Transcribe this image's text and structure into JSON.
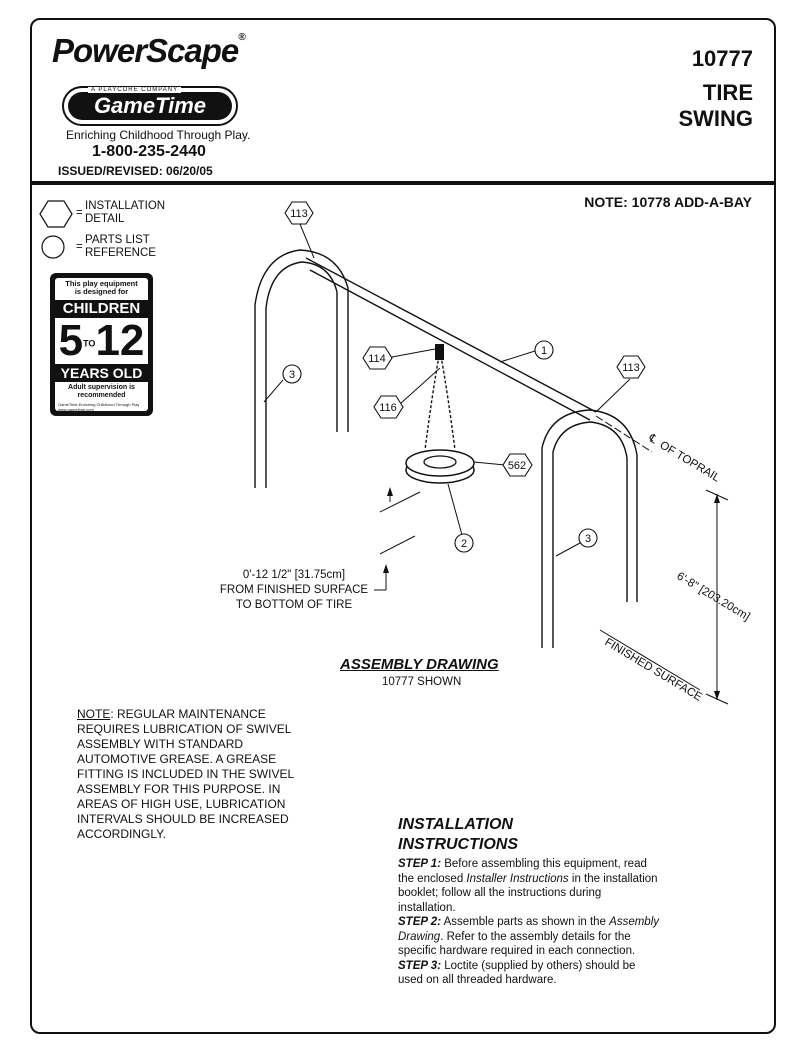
{
  "header": {
    "brand": "PowerScape",
    "brand_mark": "®",
    "partner_tag": "A PLAYCORE COMPANY",
    "partner_name": "GameTime",
    "tagline": "Enriching Childhood Through Play.",
    "phone": "1-800-235-2440",
    "issued": "ISSUED/REVISED:  06/20/05",
    "model_number": "10777",
    "model_name_1": "TIRE",
    "model_name_2": "SWING"
  },
  "note_top": "NOTE:  10778  ADD-A-BAY",
  "legend": {
    "hex_label_1": "INSTALLATION",
    "hex_label_2": "DETAIL",
    "circle_label_1": "PARTS LIST",
    "circle_label_2": "REFERENCE",
    "equals": "="
  },
  "age_badge": {
    "line1": "This play equipment",
    "line2": "is designed for",
    "children": "CHILDREN",
    "min_age": "5",
    "to": "TO",
    "max_age": "12",
    "years": "YEARS OLD",
    "supervision_1": "Adult supervision is",
    "supervision_2": "recommended",
    "fine_print": "GameTime  Enriching Childhood Through Play  www.gametime.com"
  },
  "drawing": {
    "callouts": {
      "hex_113_a": "113",
      "hex_113_b": "113",
      "hex_114": "114",
      "hex_116": "116",
      "hex_562": "562",
      "circ_1": "1",
      "circ_2": "2",
      "circ_3_a": "3",
      "circ_3_b": "3"
    },
    "toprail_label": "OF TOPRAIL",
    "height_label": "6'-8\" [203.20cm]",
    "surface_label": "FINISHED SURFACE",
    "clearance_1": "0'-12 1/2\" [31.75cm]",
    "clearance_2": "FROM FINISHED SURFACE",
    "clearance_3": "TO BOTTOM OF TIRE"
  },
  "assembly": {
    "title": "ASSEMBLY DRAWING",
    "subtitle": "10777 SHOWN"
  },
  "maintenance": {
    "label": "NOTE",
    "text": ":  REGULAR MAINTENANCE REQUIRES LUBRICATION OF SWIVEL ASSEMBLY WITH STANDARD AUTOMOTIVE GREASE.  A GREASE FITTING IS INCLUDED IN THE SWIVEL ASSEMBLY FOR THIS PURPOSE.  IN AREAS OF HIGH USE, LUBRICATION INTERVALS SHOULD BE INCREASED ACCORDINGLY."
  },
  "installation": {
    "title_1": "INSTALLATION",
    "title_2": "INSTRUCTIONS",
    "step1_label": "STEP 1:",
    "step1_a": " Before assembling this equipment, read the enclosed ",
    "step1_em": "Installer Instructions",
    "step1_b": " in the installation booklet; follow all the instructions during installation.",
    "step2_label": "STEP 2:",
    "step2_a": " Assemble parts as shown in the ",
    "step2_em": "Assembly Drawing",
    "step2_b": ".  Refer to the assembly details for the specific hardware required in each connection.",
    "step3_label": "STEP 3:",
    "step3_a": " Loctite (supplied by others) should be used on all threaded hardware."
  }
}
